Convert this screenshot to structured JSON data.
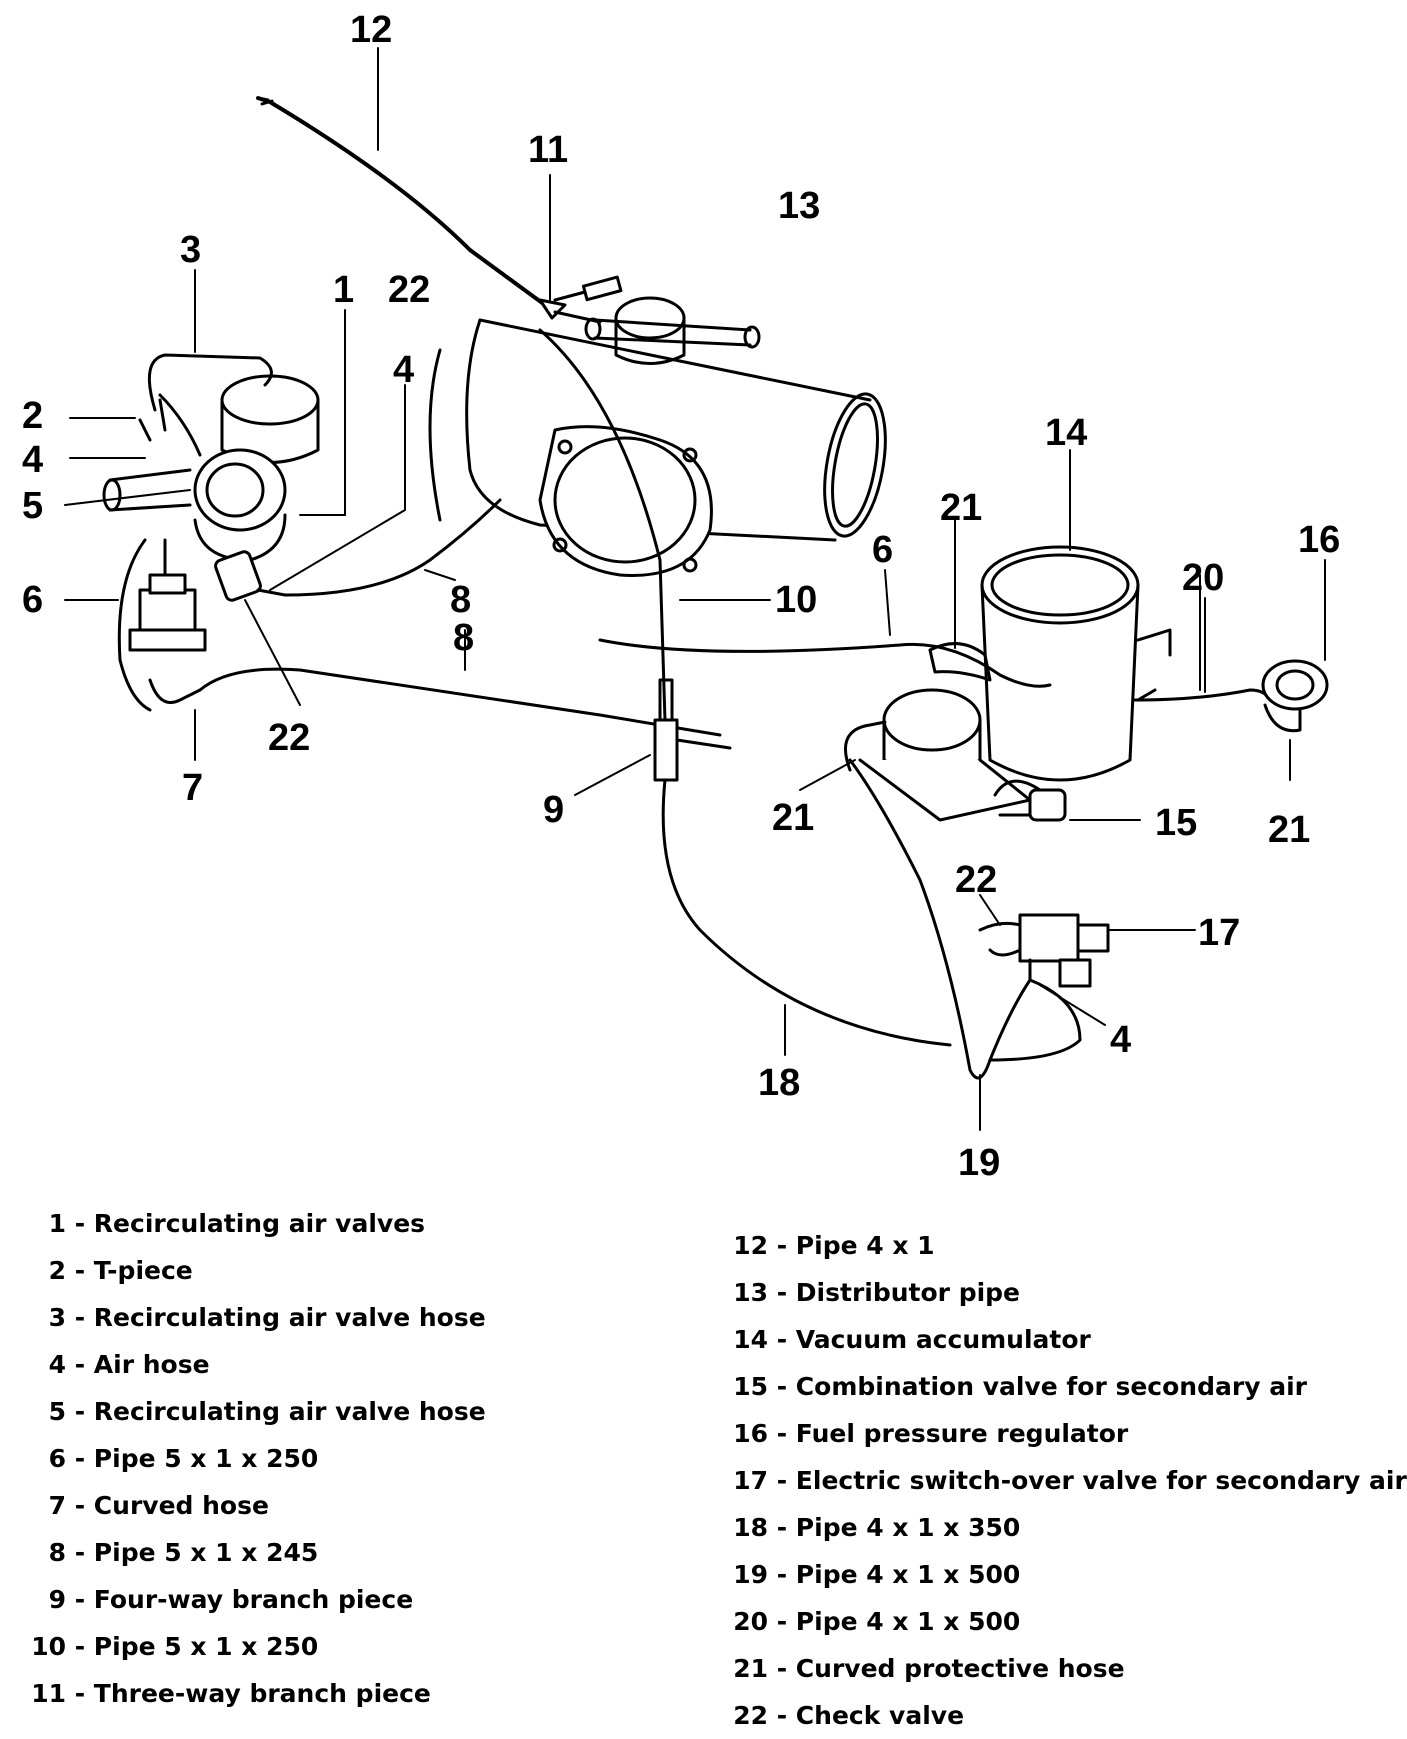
{
  "callouts": {
    "c1": "1",
    "c2": "2",
    "c3": "3",
    "c4a": "4",
    "c4b": "4",
    "c4c": "4",
    "c5": "5",
    "c6a": "6",
    "c6b": "6",
    "c7": "7",
    "c8a": "8",
    "c8b": "8",
    "c9": "9",
    "c10": "10",
    "c11": "11",
    "c12": "12",
    "c13": "13",
    "c14": "14",
    "c15": "15",
    "c16": "16",
    "c17": "17",
    "c18": "18",
    "c19": "19",
    "c20": "20",
    "c21a": "21",
    "c21b": "21",
    "c21c": "21",
    "c22a": "22",
    "c22b": "22",
    "c22c": "22"
  },
  "legend_left": [
    {
      "num": "1",
      "label": "Recirculating air valves"
    },
    {
      "num": "2",
      "label": "T-piece"
    },
    {
      "num": "3",
      "label": "Recirculating air valve hose"
    },
    {
      "num": "4",
      "label": "Air hose"
    },
    {
      "num": "5",
      "label": "Recirculating air valve hose"
    },
    {
      "num": "6",
      "label": "Pipe 5 x 1 x 250"
    },
    {
      "num": "7",
      "label": "Curved hose"
    },
    {
      "num": "8",
      "label": "Pipe 5 x 1 x 245"
    },
    {
      "num": "9",
      "label": "Four-way branch piece"
    },
    {
      "num": "10",
      "label": "Pipe 5 x 1 x 250"
    },
    {
      "num": "11",
      "label": "Three-way branch piece"
    }
  ],
  "legend_right": [
    {
      "num": "12",
      "label": "Pipe 4 x 1"
    },
    {
      "num": "13",
      "label": "Distributor pipe"
    },
    {
      "num": "14",
      "label": "Vacuum accumulator"
    },
    {
      "num": "15",
      "label": "Combination valve for secondary air"
    },
    {
      "num": "16",
      "label": "Fuel pressure regulator"
    },
    {
      "num": "17",
      "label": "Electric switch-over valve for secondary air"
    },
    {
      "num": "18",
      "label": "Pipe 4 x 1 x 350"
    },
    {
      "num": "19",
      "label": "Pipe 4 x 1 x 500"
    },
    {
      "num": "20",
      "label": "Pipe 4 x 1 x 500"
    },
    {
      "num": "21",
      "label": "Curved protective hose"
    },
    {
      "num": "22",
      "label": "Check valve"
    }
  ]
}
